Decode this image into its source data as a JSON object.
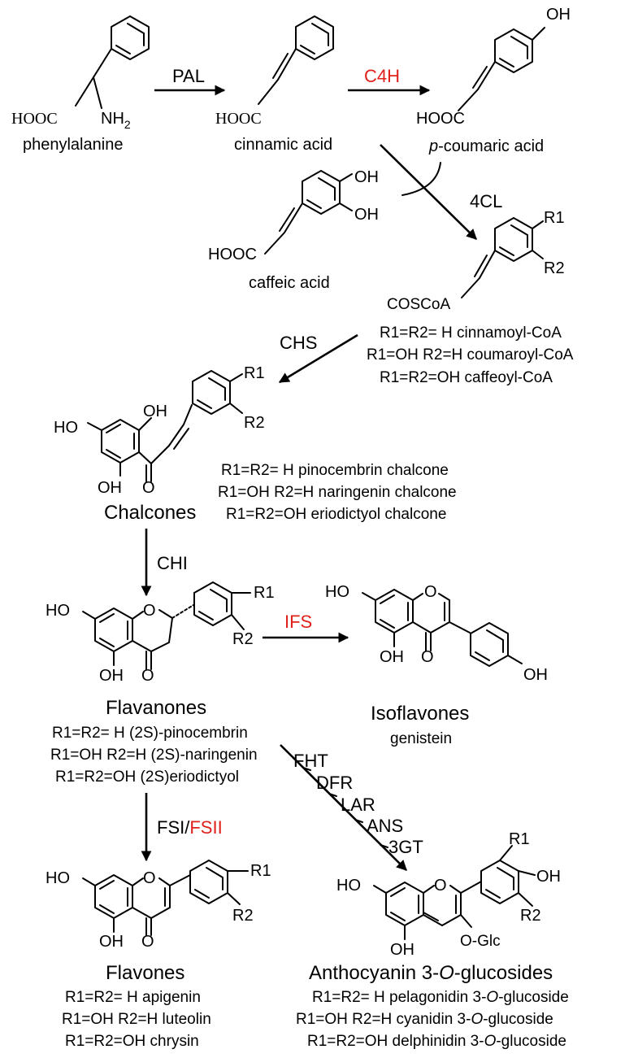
{
  "compounds": {
    "phenylalanine": {
      "name": "phenylalanine",
      "hooc": "HOOC",
      "nh": "NH",
      "nh_sub": "2"
    },
    "cinnamic": {
      "name": "cinnamic acid",
      "hooc": "HOOC"
    },
    "coumaric": {
      "name_prefix": "p",
      "name_rest": "-coumaric acid",
      "hooc": "HOOC",
      "oh": "OH"
    },
    "caffeic": {
      "name": "caffeic acid",
      "hooc": "HOOC",
      "oh1": "OH",
      "oh2": "OH"
    },
    "coa": {
      "coscoa": "COSCoA",
      "r1": "R1",
      "r2": "R2",
      "lines": [
        "R1=R2= H  cinnamoyl-CoA",
        "R1=OH R2=H coumaroyl-CoA",
        "R1=R2=OH  caffeoyl-CoA"
      ]
    },
    "chalcones": {
      "name": "Chalcones",
      "ho": "HO",
      "oh_top": "OH",
      "oh_bottom": "OH",
      "o": "O",
      "r1": "R1",
      "r2": "R2",
      "lines": [
        "R1=R2= H  pinocembrin chalcone",
        "R1=OH R2=H naringenin chalcone",
        "R1=R2=OH  eriodictyol chalcone"
      ]
    },
    "flavanones": {
      "name": "Flavanones",
      "ho": "HO",
      "oh": "OH",
      "o_ring": "O",
      "o_keto": "O",
      "r1": "R1",
      "r2": "R2",
      "lines": [
        "R1=R2= H  (2S)-pinocembrin",
        "R1=OH R2=H (2S)-naringenin",
        "R1=R2=OH  (2S)eriodictyol"
      ]
    },
    "isoflavones": {
      "name": "Isoflavones",
      "sub": "genistein",
      "ho": "HO",
      "oh": "OH",
      "oh_b": "OH",
      "o_ring": "O",
      "o_keto": "O"
    },
    "flavones": {
      "name": "Flavones",
      "ho": "HO",
      "oh": "OH",
      "o_ring": "O",
      "o_keto": "O",
      "r1": "R1",
      "r2": "R2",
      "lines": [
        "R1=R2= H  apigenin",
        "R1=OH R2=H luteolin",
        "R1=R2=OH  chrysin"
      ]
    },
    "anthocyanins": {
      "name_a": "Anthocyanin 3-",
      "name_o": "O",
      "name_b": "-glucosides",
      "ho": "HO",
      "oh": "OH",
      "oh_b": "OH",
      "o_ring": "O",
      "oglc": "O-Glc",
      "r1": "R1",
      "r2": "R2",
      "lines": [
        {
          "a": "R1=R2= H  pelagonidin 3-",
          "o": "O",
          "b": "-glucoside"
        },
        {
          "a": "R1=OH R2=H cyanidin 3-",
          "o": "O",
          "b": "-glucoside"
        },
        {
          "a": "R1=R2=OH  delphinidin 3-",
          "o": "O",
          "b": "-glucoside"
        }
      ]
    }
  },
  "enzymes": {
    "pal": "PAL",
    "c4h": "C4H",
    "cl4": "4CL",
    "chs": "CHS",
    "chi": "CHI",
    "ifs": "IFS",
    "fsi": "FSI/",
    "fsii": "FSII",
    "fht": "FHT",
    "dfr": "DFR",
    "lar": "LAR",
    "ans": "ANS",
    "gt3": "3GT"
  },
  "colors": {
    "highlight_enzyme": "#e0201b",
    "default": "#000000"
  }
}
